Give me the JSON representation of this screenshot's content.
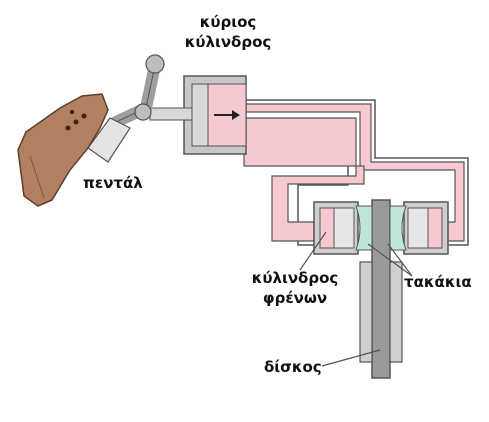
{
  "labels": {
    "master_cylinder": [
      "κύριος",
      "κύλινδρος"
    ],
    "pedal": "πεντάλ",
    "brake_cylinder": [
      "κύλινδρος",
      "φρένων"
    ],
    "pads": "τακάκια",
    "disc": "δίσκος"
  },
  "colors": {
    "fluid": "#f6c9d0",
    "piston": "#d8d8d8",
    "metal": "#9e9e9e",
    "outline": "#555555",
    "pad": "#bfe6dc",
    "shoe": "#b08060",
    "background": "#ffffff"
  },
  "icons": {
    "flow_direction": "arrow-right-icon",
    "pedal": "shoe-icon"
  }
}
